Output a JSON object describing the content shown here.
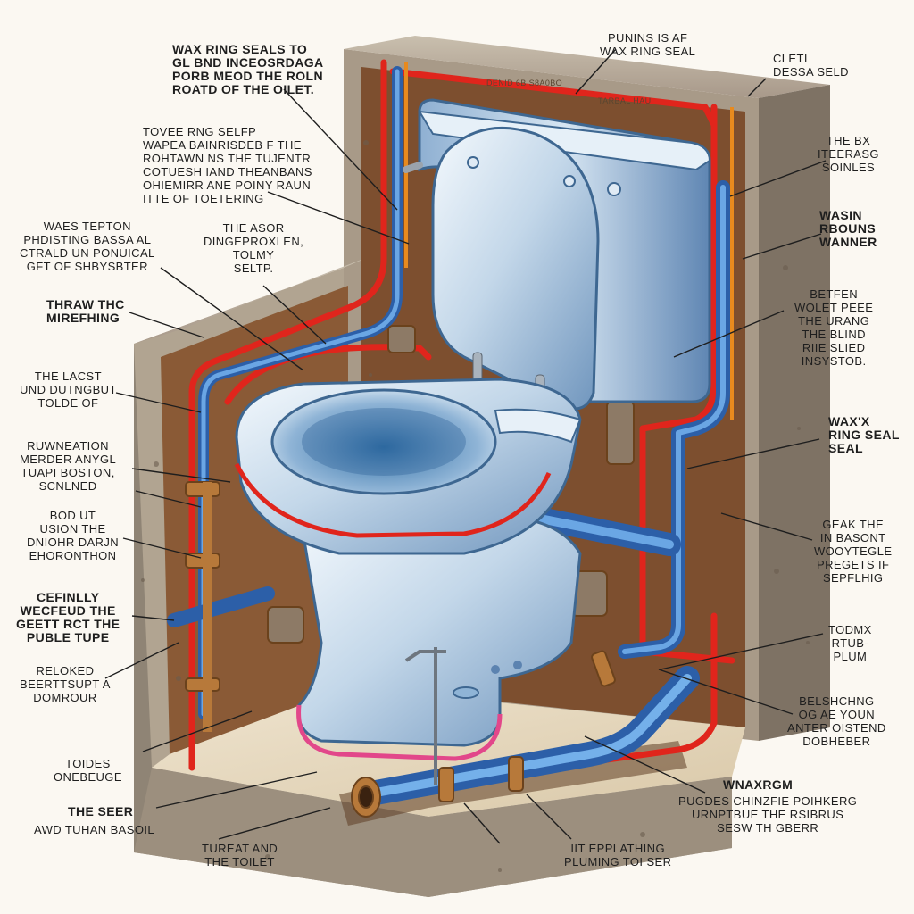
{
  "labels": {
    "wax_ring_seals": "WAX RING SEALS TO\nGL BND INCEOSRDAGA\nPORB MEOD THE ROLN\nROATD OF THE OILET.",
    "puning": "PUNINS IS AF\nWAX RING SEAL",
    "cleti": "CLETI\nDESSA SELD",
    "tovee": "TOVEE RNG SELFP\nWAPEA BAINRISDEB F THE\nROHTAWN NS THE TUJENTR\nCOTUESH IAND THEANBANS\nOHIEMIRR ANE POINY RAUN\nITTE OF TOETERING",
    "bx": "THE BX\nITEERASG\nSOINLES",
    "wasin": "WASIN\nRBOUNS\nWANNER",
    "waes": "WAES TEPTON\nPHDISTING BASSA AL\nCTRALD UN PONUICAL\nGFT OF SHBYSBTER",
    "asor": "THE ASOR\nDINGEPROXLEN,\nTOLMY\nSELTP.",
    "thraw": "THRAW THC\nMIREFHING",
    "betfen": "BETFEN\nWOLET PEEE\nTHE URANG\nTHE BLIND\nRIIE SLIED\nINSYSTOB.",
    "lacst": "THE LACST\nUND DUTNGBUT\nTOLDE OF",
    "wax_right": "WAX'X\nRING SEAL\nSEAL",
    "ruwn": "RUWNEATION\nMERDER ANYGL\nTUAPI BOSTON,\nSCNLNED",
    "bod": "BOD UT\nUSION THE\nDNIOHR DARJN\nEHORONTHON",
    "geak": "GEAK THE\nIN BASONT\nWOOYTEGLE\nPREGETS IF\nSEPFLHIG",
    "cefinlly": "CEFINLLY\nWECFEUD THE\nGEETT RCT THE\nPUBLE TUPE",
    "todmx": "TODMX\nRTUB-\nPLUM",
    "reloked": "RELOKED\nBEERTTSUPT A\nDOMROUR",
    "belshchng": "BELSHCHNG\nOG AE YOUN\nANTER OISTEND\nDOBHEBER",
    "toides": "TOIDES\nONEBEUGE",
    "the_seer": "THE SEER",
    "tuhan": "AWD TUHAN BASOIL",
    "wnaxrgm": "WNAXRGM",
    "pugdes": "PUGDES CHINZFIE POIHKERG\nURNPTBUE THE RSIBRUS\nSESW TH GBERR",
    "tureat": "TUREAT AND\nTHE TOILET",
    "iit_epplating": "IIT EPPLATHING\nPLUMING TOI SER",
    "wall_text_1": "DENID 6B S8A0BO",
    "wall_text_2": "TARBAL HAU"
  },
  "colors": {
    "porcelain": "#bcd3e6",
    "pipe_blue": "#3b7fd0",
    "pipe_red": "#e0251c",
    "concrete": "#9a8e7e",
    "cavity": "#8a5a36"
  }
}
